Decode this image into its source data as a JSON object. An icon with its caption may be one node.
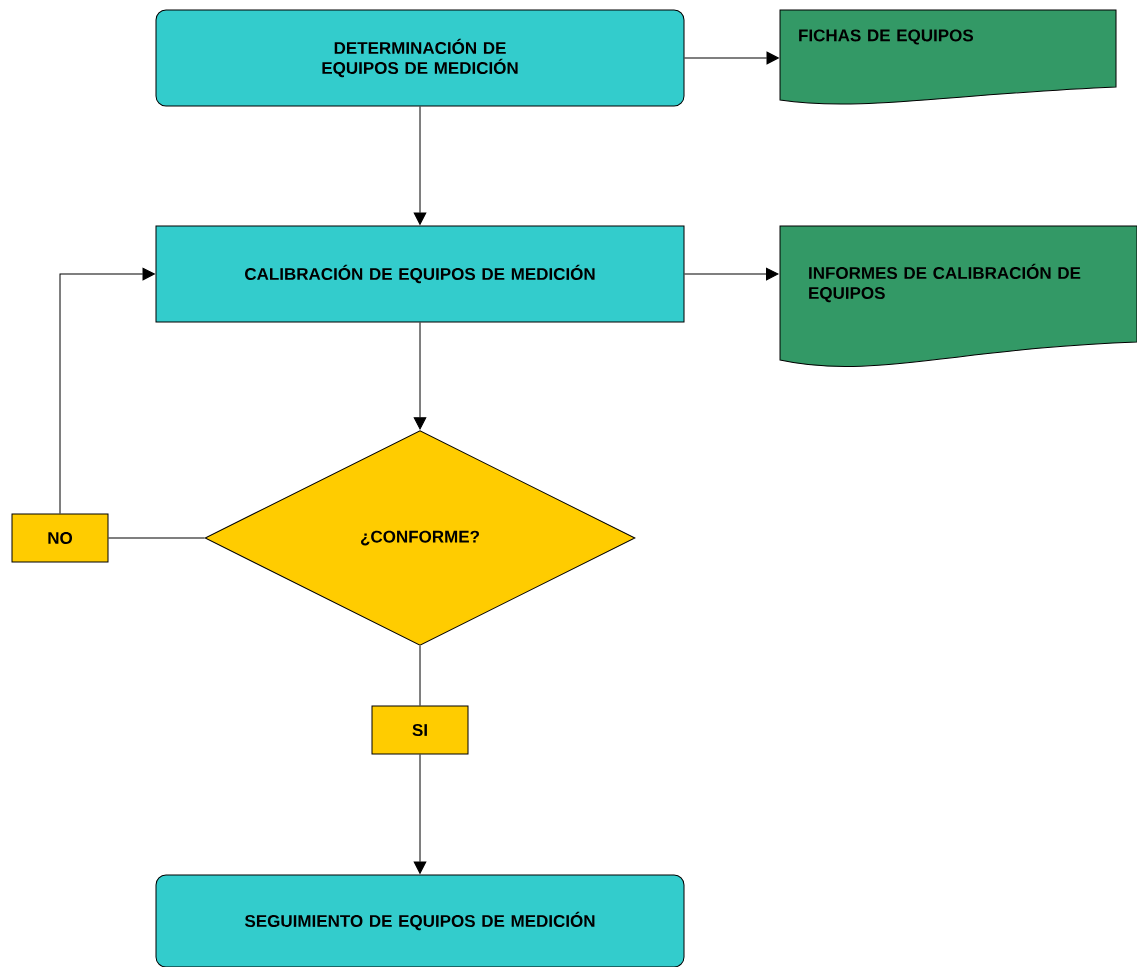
{
  "diagram": {
    "nodes": [
      {
        "text": [
          "DETERMINACIÓN DE EQUIPOS DE MEDICIÓN"
        ]
      },
      {
        "text": [
          "FICHAS DE EQUIPOS"
        ]
      },
      {
        "text": [
          "CALIBRACIÓN DE EQUIPOS DE MEDICIÓN"
        ]
      },
      {
        "text": [
          "INFORMES DE CALIBRACIÓN DE EQUIPOS"
        ]
      },
      {
        "text": [
          "¿CONFORME?"
        ]
      },
      {
        "text": [
          "NO"
        ]
      },
      {
        "text": [
          "SI"
        ]
      },
      {
        "text": [
          "SEGUIMIENTO DE EQUIPOS DE MEDICIÓN"
        ]
      }
    ],
    "edges": [
      {
        "from": 0,
        "to": 1,
        "arrow": "to"
      },
      {
        "from": 0,
        "to": 2,
        "arrow": "to"
      },
      {
        "from": 2,
        "to": 3,
        "arrow": "to"
      },
      {
        "from": 2,
        "to": 4,
        "arrow": "to"
      },
      {
        "from": 4,
        "to": 5,
        "arrow": "none"
      },
      {
        "from": 5,
        "to": 2,
        "arrow": "to"
      },
      {
        "from": 4,
        "to": 6,
        "arrow": "none"
      },
      {
        "from": 6,
        "to": 7,
        "arrow": "to"
      }
    ]
  }
}
